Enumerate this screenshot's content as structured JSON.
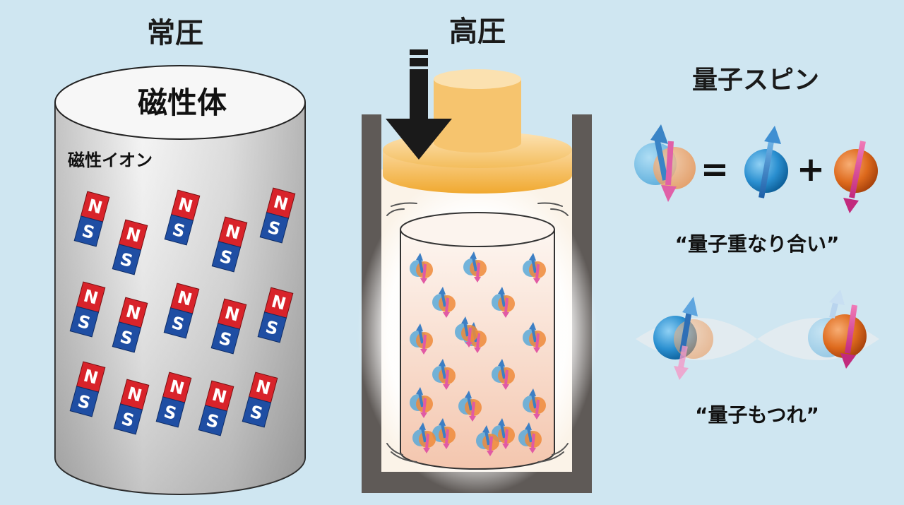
{
  "left_panel": {
    "title": "常圧",
    "cylinder_label": "磁性体",
    "ion_label": "磁性イオン",
    "magnet_north": "N",
    "magnet_south": "S",
    "magnet_count": 15
  },
  "middle_panel": {
    "title": "高圧",
    "particle_count": 19
  },
  "right_panel": {
    "title": "量子スピン",
    "equals_sign": "=",
    "plus_sign": "+",
    "superposition_label": "“量子重なり合い”",
    "entanglement_label": "“量子もつれ”"
  },
  "colors": {
    "background": "#cfe6f1",
    "magnet_north": "#d8232a",
    "magnet_south": "#1f4ea3",
    "piston": "#f3b94a",
    "container": "#5f5a57",
    "spin_blue": "#2b8fd0",
    "spin_orange": "#e06a1e",
    "arrow_pink": "#d93a8f"
  }
}
